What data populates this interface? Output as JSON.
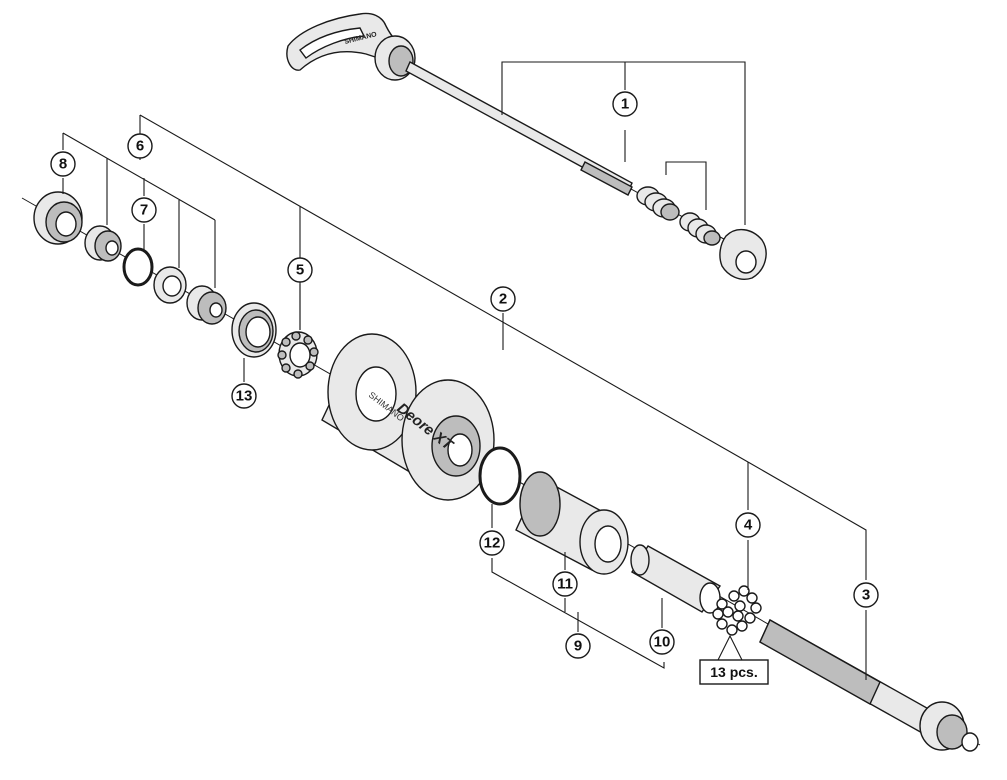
{
  "callouts": [
    {
      "id": "c1",
      "label": "1"
    },
    {
      "id": "c2",
      "label": "2"
    },
    {
      "id": "c3",
      "label": "3"
    },
    {
      "id": "c4",
      "label": "4"
    },
    {
      "id": "c5",
      "label": "5"
    },
    {
      "id": "c6",
      "label": "6"
    },
    {
      "id": "c7",
      "label": "7"
    },
    {
      "id": "c8",
      "label": "8"
    },
    {
      "id": "c9",
      "label": "9"
    },
    {
      "id": "c10",
      "label": "10"
    },
    {
      "id": "c11",
      "label": "11"
    },
    {
      "id": "c12",
      "label": "12"
    },
    {
      "id": "c13",
      "label": "13"
    }
  ],
  "quantity_note": "13 pcs.",
  "hub_brand": "SHIMANO",
  "hub_model": "Deore XT",
  "lever_mark": "SHIMANO"
}
